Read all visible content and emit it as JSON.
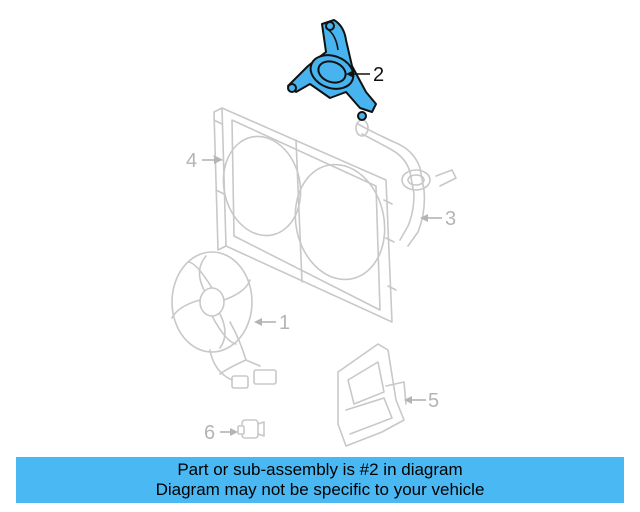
{
  "callouts": {
    "part1": "1",
    "part2": "2",
    "part3": "3",
    "part4": "4",
    "part5": "5",
    "part6": "6"
  },
  "banner": {
    "line1": "Part or sub-assembly is #2 in diagram",
    "line2": "Diagram may not be specific to your vehicle"
  },
  "colors": {
    "highlight": "#47b4f0",
    "banner": "#4ab8f2",
    "ghost_part": "#c8c8c8"
  }
}
